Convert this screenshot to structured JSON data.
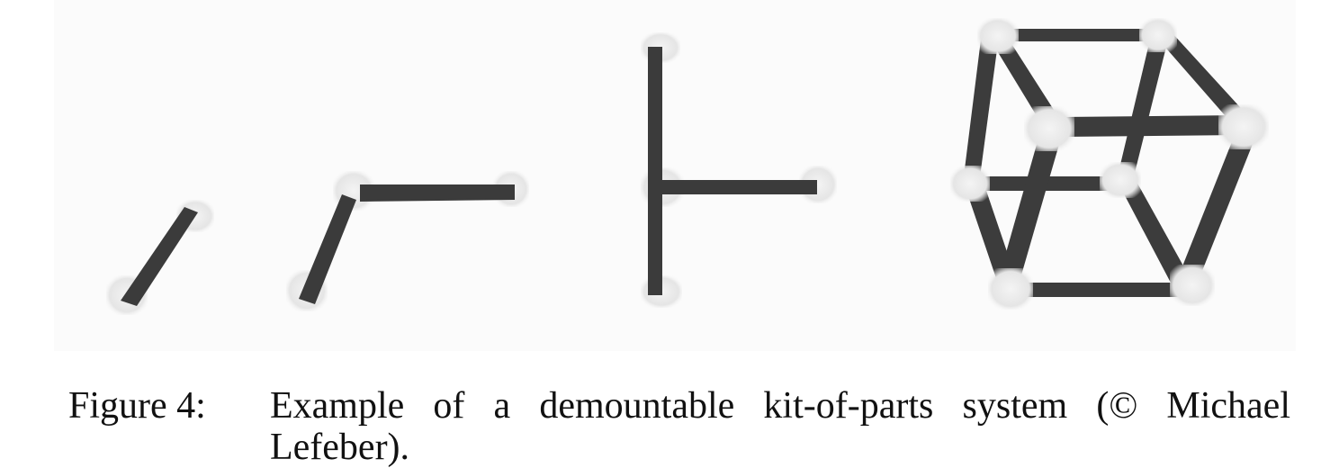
{
  "figure": {
    "label": "Figure 4:",
    "caption": "Example of a demountable kit-of-parts system (© Michael Lefeber).",
    "image_description_panels": [
      "single-beam",
      "l-shape",
      "t-joint",
      "cube-frame"
    ]
  },
  "colors": {
    "beam": "#3c3c3c",
    "node": "#eeeeee",
    "background": "#ffffff"
  }
}
